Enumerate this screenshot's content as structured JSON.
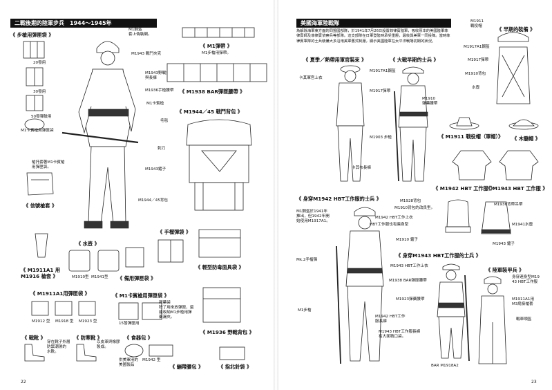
{
  "left": {
    "banner": "二戰後期的陸軍步兵　1944～1945年",
    "page_number": "22",
    "headings": {
      "rifle_belt": "《 步槍用彈匣袋 》",
      "m1_clip": "《 M1彈帶 》",
      "bar_belt": "《 M1938 BAR彈匣腰帶 》",
      "m1944_pack": "《 M1944／45 戰鬥背包 》",
      "holster": "《 信號槍套 》",
      "canteen": "《 水壺 》",
      "m1911_holster": "《 M1911A1 用\nM1916 槍套 》",
      "grenade": "《 手榴彈袋 》",
      "pouch": "《 備用彈匣袋 》",
      "gasmask": "《 輕型防毒面具袋 》",
      "m1911_mag": "《 M1911A1用彈匣袋 》",
      "carbine_mag": "《 M1卡賓槍用彈匣袋 》",
      "m1936": "《 M1936 野戰背包 》",
      "boots": "《 戰靴 》",
      "overshoe": "《 防寒靴 》",
      "meatcan": "《 食器包 》",
      "bandage": "《 繃帶腰包 》",
      "compass": "《 指北針袋 》"
    },
    "labels": {
      "helmet": "M1鋼盔\n套上偽裝網。",
      "m1943_field_jacket": "M1943 戰鬥夾克",
      "m1943_pants": "M1943野戰夾克\n與長褲",
      "m1936_belt": "M1936手槍腰帶",
      "m1_carbine": "M1卡賓槍",
      "carbine_pouch": "M1卡賓槍用彈匣袋",
      "carbine_sling": "槍托套著M1卡賓槍\n用彈匣袋。",
      "twenty": "20發用",
      "thirty": "30發用",
      "fifty": "50發彈鼓用",
      "m1_clip_desc": "M1步槍用彈帶。",
      "blanket": "毛毯",
      "knife": "刺刀",
      "m1943_shovel": "M1943鏟子",
      "pack_label": "M1944／45背包",
      "m1910": "M1910型",
      "m1941": "M1941型",
      "m1912": "M1912 型",
      "m1918": "M1918 型",
      "m1923": "M1923 型",
      "carbine_mag_desc": "彈藥袋\n除了用來放彈匣，還\n能收納M1步槍用彈\n藥漏夾。",
      "fifteen": "15發彈匣用",
      "boots_desc": "穿在靴子外層\n防禦潮濕的\n水靴。",
      "overshoe_desc": "以皮革與橡膠\n製成。",
      "mess_desc": "供美軍用的\n美國製品",
      "m1942": "M1942 型"
    }
  },
  "right": {
    "banner": "美國海軍陸戰隊",
    "page_number": "23",
    "intro": "為解除海軍東方面的同盟國部隊，於1941年7月26日設置菲律賓陸軍，吸收原本的美國陸軍菲律賓師及菲律賓偵察兵等部隊。這支部隊在日軍登陸時承受重壓，最後與美軍一同投降。當時菲律賓軍隊的士兵裝備大多沿用美軍舊式制服，顯示美國陸軍在太平洋戰場初期的狀況。",
    "headings": {
      "marine_officer": "《 夏季／熱帶用軍官裝束 》",
      "early_soldier": "《 大戰早期的士兵 》",
      "m1911_pack": "《 早期的裝備 》",
      "m1911_hat": "《 M1911 戰役帽（軍帽）》",
      "pith": "《 木髓帽 》",
      "m1942_jacket": "《 M1942 HBT 工作服 》",
      "m1943_jacket": "《 M1943 HBT 工作服 》",
      "hbt_soldier": "《 身穿M1942 HBT工作服的士兵 》",
      "m1943_soldier": "《 身穿M1943 HBT工作服的士兵 》",
      "raider": "《 陸軍裝甲兵 》"
    },
    "labels": {
      "m1911_cap": "M1911\n戰役帽",
      "m1917_helmet_a": "M1917A1鋼盔",
      "m1917_belt": "M1917彈帶",
      "m1910_canteen": "M1910背包",
      "canteen": "水壺",
      "m1917a1_helmet": "M1917A1鋼盔",
      "m1917_kit": "M1917彈帶",
      "m1910_belt": "M1910\n彈藥腰帶",
      "khaki": "卡其軍官上衣",
      "leggings": "卡其布長褲",
      "m1903": "M1903 步槍",
      "m1_helmet_1941": "M1鋼盔於1941年\n推出，但1942年開\n始使用M1917A1。",
      "m1928_pack": "M1928背包",
      "m1910_pack2": "M1910背包的改良型。",
      "m1942_hbt": "M1942 HBT工作上衣",
      "hbt_pants": "HBT工作服也有連身型",
      "m1910_shovel": "M1910 鏟子",
      "m1936_suspenders": "M1936背帶吊帶",
      "m1941_canteen": "M1941水壺",
      "m1943_shovel": "M1943 鏟子",
      "mk2": "Mk.2手榴彈",
      "m1943_hbt_top": "M1943 HBT工作上衣",
      "m1938_bar": "M1938 BAR彈匣腰帶",
      "m1923_belt": "M1923彈藥腰帶",
      "m1_rifle": "M1步槍",
      "m1942_pants": "M1942 HBT工作\n服長褲",
      "m1943_pants": "M1943 HBT工作服長褲\n有大面積口袋。",
      "m1918a2": "BAR M1918A2",
      "crew": "身穿連身型M19\n43 HBT工作服",
      "m1911_pistol": "M1911A1用\nM3肩掛槍套",
      "tank_helmet": "戰車頭盔"
    }
  }
}
